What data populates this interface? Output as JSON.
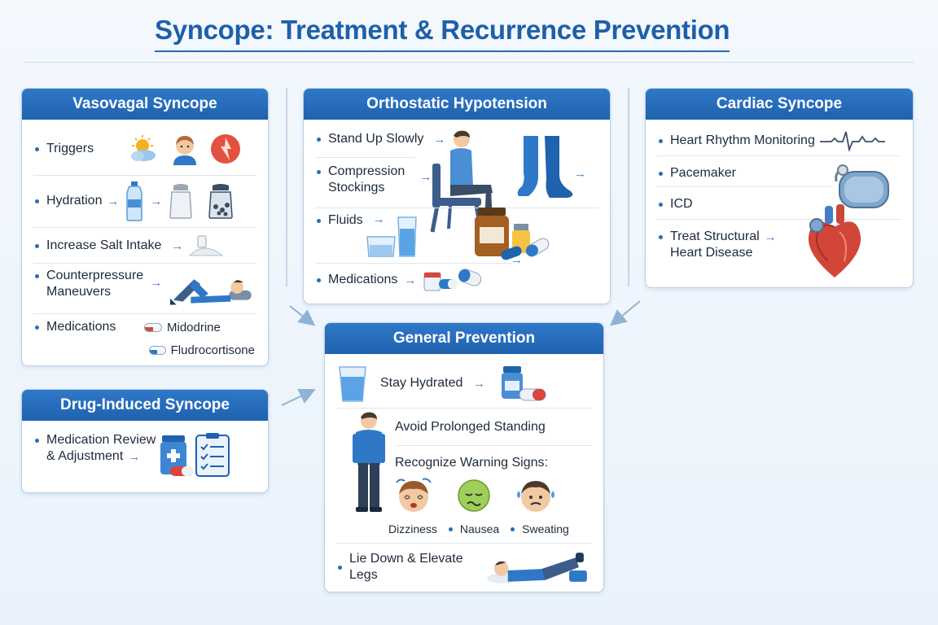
{
  "title": "Syncope: Treatment & Recurrence Prevention",
  "vasovagal": {
    "header": "Vasovagal Syncope",
    "triggers": "Triggers",
    "hydration": "Hydration",
    "salt": "Increase Salt Intake",
    "counter_line1": "Counterpressure",
    "counter_line2": "Maneuvers",
    "medications": "Medications",
    "med1": "Midodrine",
    "med2": "Fludrocortisone"
  },
  "orthostatic": {
    "header": "Orthostatic Hypotension",
    "stand": "Stand Up Slowly",
    "stockings_line1": "Compression",
    "stockings_line2": "Stockings",
    "fluids": "Fluids",
    "medications": "Medications"
  },
  "cardiac": {
    "header": "Cardiac Syncope",
    "monitoring": "Heart Rhythm Monitoring",
    "pacemaker": "Pacemaker",
    "icd": "ICD",
    "structural_line1": "Treat Structural",
    "structural_line2": "Heart Disease"
  },
  "drug": {
    "header": "Drug-Induced Syncope",
    "review_line1": "Medication Review",
    "review_line2": "& Adjustment"
  },
  "general": {
    "header": "General Prevention",
    "hydrated": "Stay Hydrated",
    "standing": "Avoid Prolonged Standing",
    "warning": "Recognize Warning Signs:",
    "sign1": "Dizziness",
    "sign2": "Nausea",
    "sign3": "Sweating",
    "lie_down": "Lie Down & Elevate Legs"
  },
  "colors": {
    "primary": "#1f62ae",
    "accent": "#3e7fc6",
    "pill_red": "#d9453b",
    "pill_blue": "#2f78c8"
  }
}
